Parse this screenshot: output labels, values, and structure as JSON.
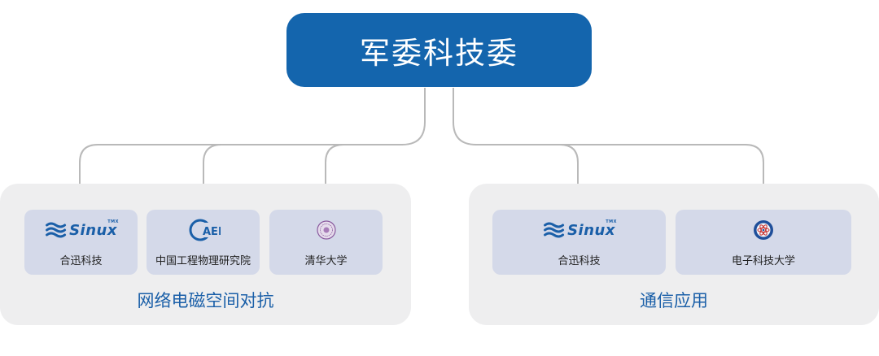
{
  "root": {
    "label": "军委科技委"
  },
  "groups": [
    {
      "title": "网络电磁空间对抗",
      "cards": [
        {
          "label": "合迅科技",
          "logo": "sinux-logo",
          "logo_text": "Sinux",
          "logo_mark": "TMX"
        },
        {
          "label": "中国工程物理研究院",
          "logo": "caep-logo",
          "logo_text": "AEP"
        },
        {
          "label": "清华大学",
          "logo": "tsinghua-seal"
        }
      ]
    },
    {
      "title": "通信应用",
      "cards": [
        {
          "label": "合迅科技",
          "logo": "sinux-logo",
          "logo_text": "Sinux",
          "logo_mark": "TMX"
        },
        {
          "label": "电子科技大学",
          "logo": "uestc-emblem"
        }
      ]
    }
  ],
  "colors": {
    "root_fill": "#1465ad",
    "group_fill": "#eeeeef",
    "card_fill": "#d4d9e9",
    "title_text": "#1a5fa8",
    "connector": "#b9b9b9"
  }
}
